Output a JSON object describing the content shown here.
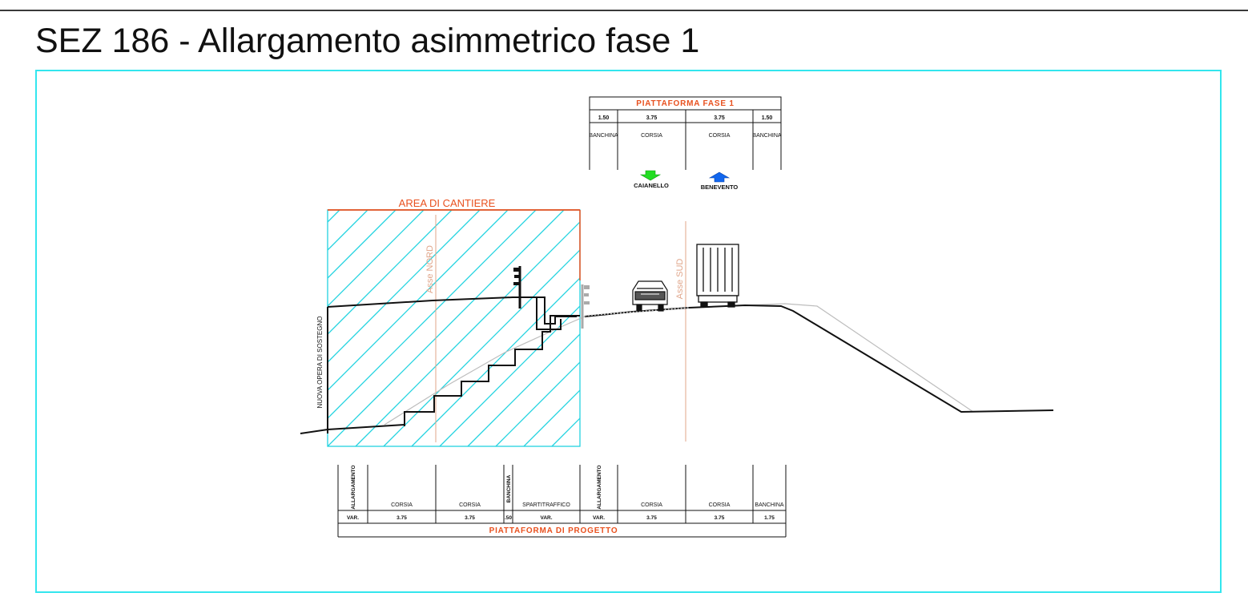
{
  "title": "SEZ 186 - Allargamento asimmetrico fase 1",
  "colors": {
    "frame": "#33e6ee",
    "hatch": "#22d3e0",
    "orange_text": "#e8501e",
    "axis": "#e0a58a",
    "arrow_caianello": "#22dd22",
    "arrow_benevento": "#1166ee",
    "line": "#111111",
    "ghost_line": "#bdbdbd"
  },
  "top_table": {
    "title": "PIATTAFORMA FASE 1",
    "widths": [
      "1.50",
      "3.75",
      "3.75",
      "1.50"
    ],
    "labels": [
      "BANCHINA",
      "CORSIA",
      "CORSIA",
      "BANCHINA"
    ]
  },
  "directions": {
    "caianello": "CAIANELLO",
    "benevento": "BENEVENTO"
  },
  "area_label": "AREA DI CANTIERE",
  "axis_nord": "Asse NORD",
  "axis_sud": "Asse SUD",
  "wall_label": "NUOVA OPERA DI SOSTEGNO",
  "bottom_table": {
    "title": "PIATTAFORMA DI PROGETTO",
    "labels": [
      "ALLARGAMENTO",
      "CORSIA",
      "CORSIA",
      "BANCHINA",
      "SPARTITRAFFICO",
      "ALLARGAMENTO",
      "CORSIA",
      "CORSIA",
      "BANCHINA"
    ],
    "widths": [
      "VAR.",
      "3.75",
      "3.75",
      ".50",
      "VAR.",
      "VAR.",
      "3.75",
      "3.75",
      "1.75"
    ]
  }
}
